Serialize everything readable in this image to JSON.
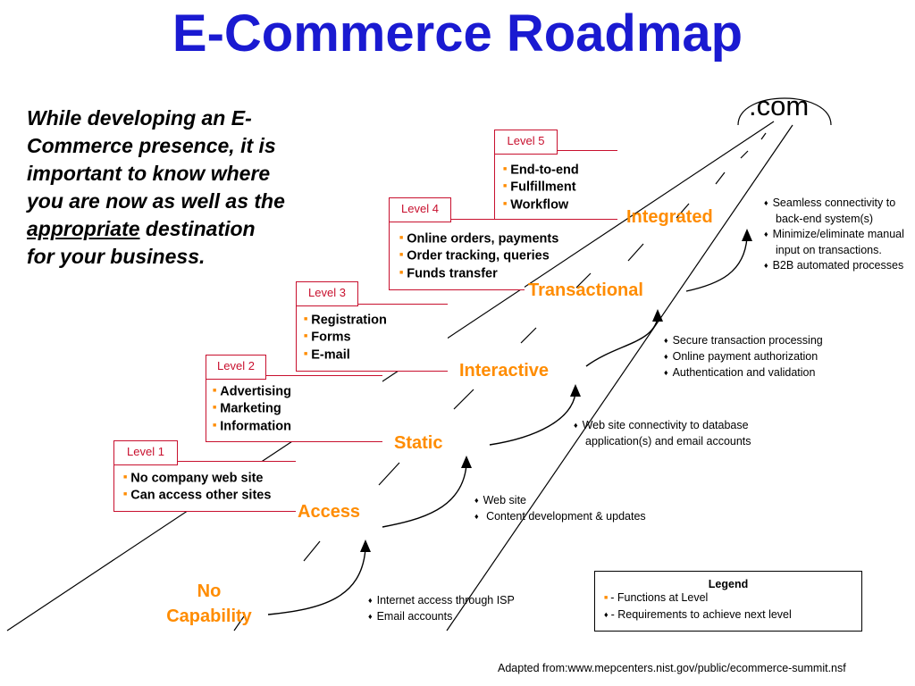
{
  "title": "E-Commerce Roadmap",
  "intro": {
    "before": "While developing an E-Commerce presence, it is important to know where you are now as well as the",
    "underlined": "appropriate",
    "after": "destination for your business."
  },
  "destination": ".com",
  "levels": [
    {
      "label": "Level 1",
      "functions": [
        "No company web site",
        "Can access other sites"
      ]
    },
    {
      "label": "Level 2",
      "functions": [
        "Advertising",
        "Marketing",
        "Information"
      ]
    },
    {
      "label": "Level 3",
      "functions": [
        "Registration",
        "Forms",
        "E-mail"
      ]
    },
    {
      "label": "Level 4",
      "functions": [
        "Online orders, payments",
        "Order tracking, queries",
        "Funds transfer"
      ]
    },
    {
      "label": "Level 5",
      "functions": [
        "End-to-end",
        "Fulfillment",
        "Workflow"
      ]
    }
  ],
  "stages": [
    "No",
    "Capability",
    "Access",
    "Static",
    "Interactive",
    "Transactional",
    "Integrated"
  ],
  "requirements": [
    {
      "items": [
        "Internet access through ISP",
        "Email accounts"
      ]
    },
    {
      "items": [
        "Web site",
        " Content development & updates"
      ]
    },
    {
      "items": [
        "Web site connectivity to database application(s) and email accounts"
      ]
    },
    {
      "items": [
        "Secure transaction processing",
        "Online payment authorization",
        "Authentication and validation"
      ]
    },
    {
      "items": [
        "Seamless connectivity to back-end system(s)",
        "Minimize/eliminate manual input on transactions.",
        "B2B automated processes"
      ]
    }
  ],
  "legend": {
    "title": "Legend",
    "functions": "- Functions at Level",
    "requirements": "- Requirements to achieve next level"
  },
  "source": "Adapted from:www.mepcenters.nist.gov/public/ecommerce-summit.nsf",
  "colors": {
    "title": "#1a1ad1",
    "stage": "#ff8c00",
    "level_border": "#c8102e",
    "bullet": "#ff8c00"
  }
}
